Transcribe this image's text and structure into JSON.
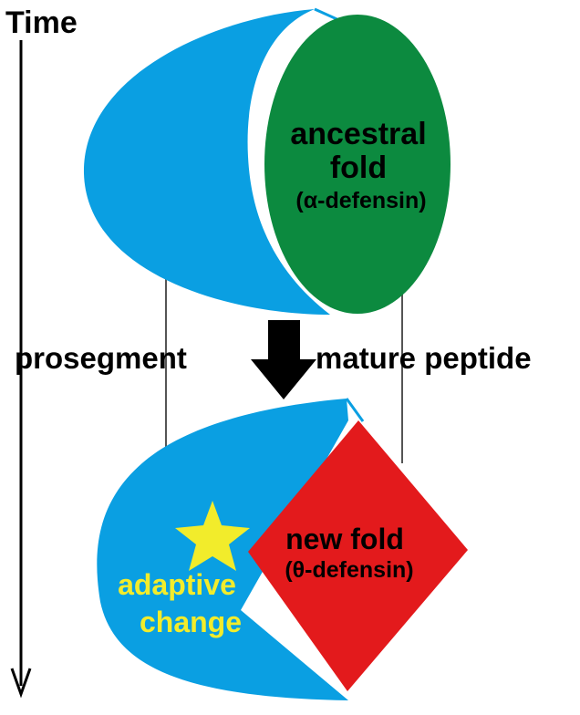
{
  "axis": {
    "label": "Time"
  },
  "labels": {
    "left": "prosegment",
    "right": "mature peptide"
  },
  "top_domain": {
    "line1": "ancestral",
    "line2": "fold",
    "line3": "(α-defensin)"
  },
  "bottom_domain": {
    "line1": "new fold",
    "line2": "(θ-defensin)"
  },
  "annotation": {
    "line1": "adaptive",
    "line2": "change"
  },
  "colors": {
    "prosegment": "#0a9fe2",
    "ancestral_fold": "#0c8a3f",
    "new_fold": "#e31a1c",
    "adaptive_change": "#f2ec2b",
    "text": "#000000"
  }
}
